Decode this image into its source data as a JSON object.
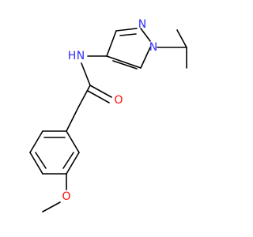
{
  "molecule": {
    "colors": {
      "N": "#2f2fff",
      "O": "#ff0d0d",
      "bond": "#000000"
    },
    "labels": {
      "nh": "N",
      "h": "H",
      "o_carbonyl": "O",
      "n1": "N",
      "n2": "N",
      "o_methoxy": "O"
    }
  }
}
